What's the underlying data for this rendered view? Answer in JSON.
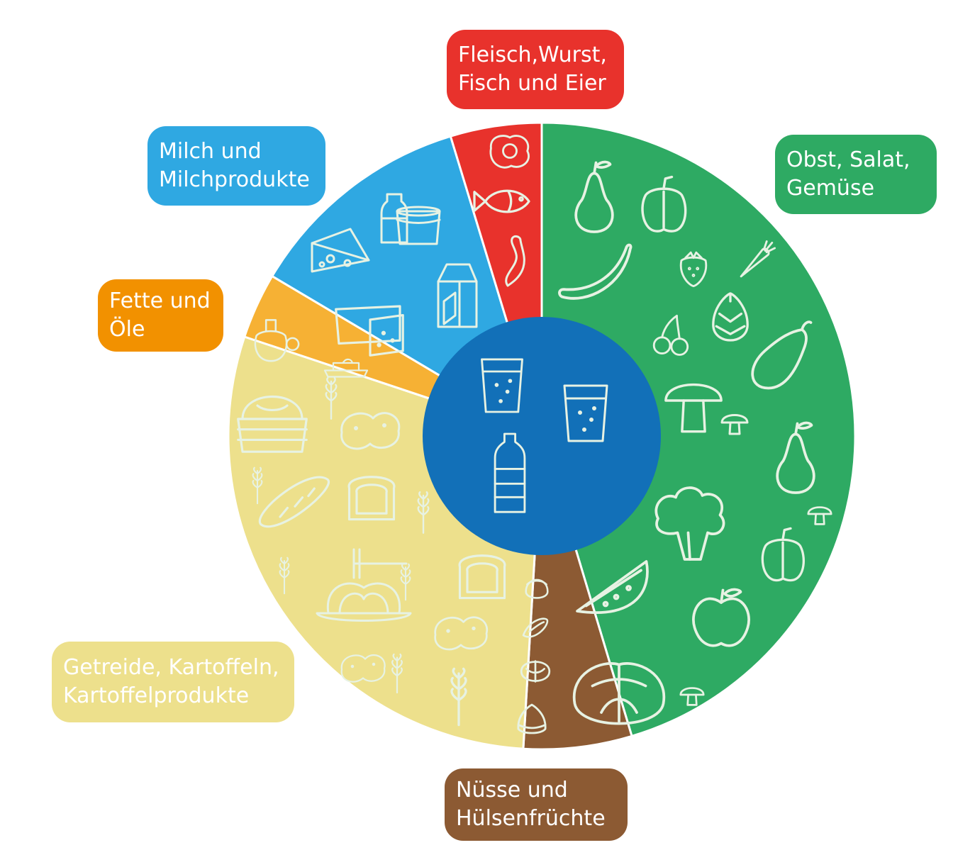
{
  "diagram": {
    "center": {
      "color": "#1270b8",
      "icons": [
        "glass-icon",
        "glass-icon",
        "water-bottle-icon"
      ]
    },
    "segments": [
      {
        "id": "obst",
        "lines": [
          "Obst, Salat,",
          "Gemüse"
        ],
        "color": "#2eaa63",
        "share": 0.4536,
        "icons": [
          "pear-icon",
          "bell-pepper-icon",
          "banana-icon",
          "strawberry-icon",
          "carrot-icon",
          "cherries-icon",
          "artichoke-icon",
          "eggplant-icon",
          "mushroom-icon",
          "broccoli-icon",
          "watermelon-icon",
          "apple-icon",
          "cabbage-icon"
        ]
      },
      {
        "id": "nuesse",
        "lines": [
          "Nüsse und",
          "Hülsenfrüchte"
        ],
        "color": "#8c5a33",
        "share": 0.0558,
        "icons": [
          "hazelnut-icon",
          "almond-icon",
          "walnut-icon",
          "chestnut-icon"
        ]
      },
      {
        "id": "getreide",
        "lines": [
          "Getreide, Kartoffeln,",
          "Kartoffelprodukte"
        ],
        "color": "#ede08c",
        "share": 0.2919,
        "icons": [
          "bread-basket-icon",
          "potato-icon",
          "baguette-icon",
          "toast-icon",
          "wheat-icon",
          "spaghetti-icon"
        ]
      },
      {
        "id": "fette",
        "lines": [
          "Fette und",
          "Öle"
        ],
        "color": "#f6b134",
        "share": 0.0339,
        "icons": [
          "oil-jug-icon",
          "butter-icon"
        ]
      },
      {
        "id": "milch",
        "lines": [
          "Milch und",
          "Milchprodukte"
        ],
        "color": "#2fa8e2",
        "share": 0.1178,
        "icons": [
          "milk-bottle-icon",
          "yogurt-icon",
          "cheese-icon",
          "milk-carton-icon",
          "tofu-icon"
        ]
      },
      {
        "id": "fleisch",
        "lines": [
          "Fleisch,Wurst,",
          "Fisch und Eier"
        ],
        "color": "#e8322c",
        "share": 0.047,
        "icons": [
          "fried-egg-icon",
          "fish-icon",
          "sausage-icon"
        ]
      }
    ],
    "label_colors": {
      "obst": "#2eaa63",
      "nuesse": "#8c5a33",
      "getreide": "#ede08c",
      "fette": "#f29100",
      "milch": "#2fa8e2",
      "fleisch": "#e8322c"
    }
  }
}
